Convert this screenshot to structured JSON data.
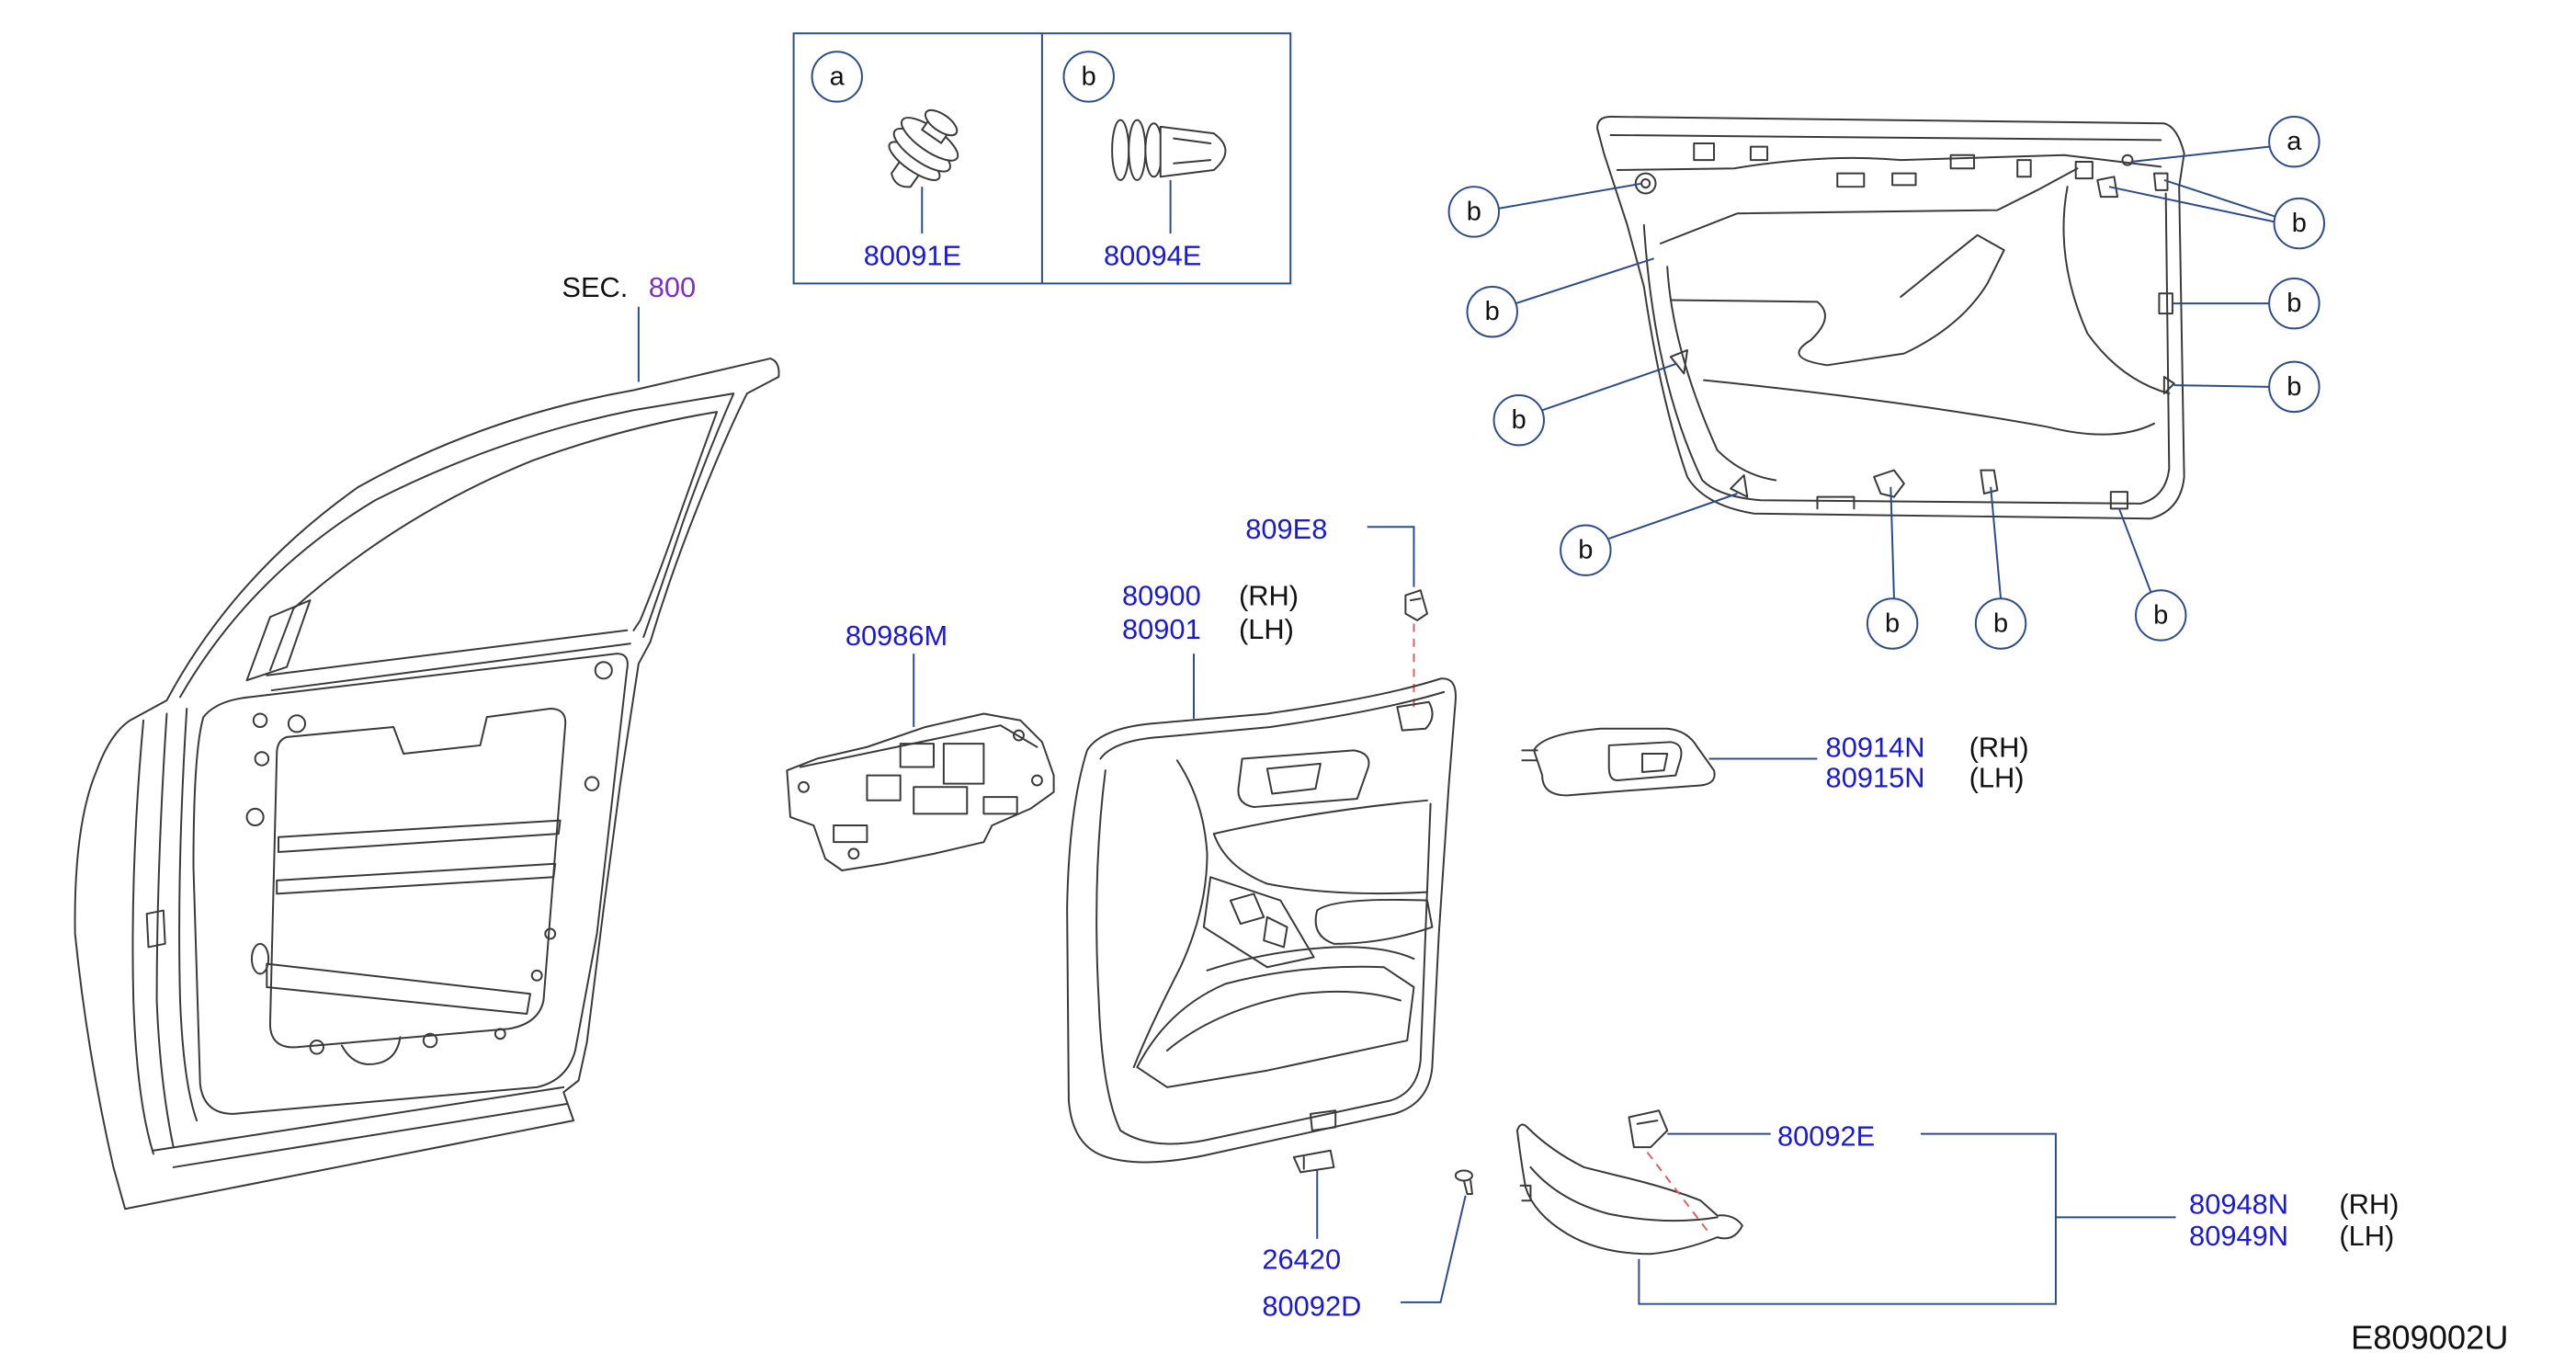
{
  "figure_code": "E809002U",
  "section_reference": {
    "prefix": "SEC.",
    "number": "800"
  },
  "inset_clips": [
    {
      "callout": "a",
      "part_number": "80091E"
    },
    {
      "callout": "b",
      "part_number": "80094E"
    }
  ],
  "panel_callouts": [
    {
      "label": "a"
    },
    {
      "label": "b"
    },
    {
      "label": "b"
    },
    {
      "label": "b"
    },
    {
      "label": "b"
    },
    {
      "label": "b"
    },
    {
      "label": "b"
    },
    {
      "label": "b"
    },
    {
      "label": "b"
    },
    {
      "label": "b"
    },
    {
      "label": "b"
    }
  ],
  "part_labels": {
    "pad": {
      "part_number": "80986M"
    },
    "clip_top": {
      "part_number": "809E8"
    },
    "door_finisher": [
      {
        "part_number": "80900",
        "side": "(RH)"
      },
      {
        "part_number": "80901",
        "side": "(LH)"
      }
    ],
    "escutcheon": [
      {
        "part_number": "80914N",
        "side": "(RH)"
      },
      {
        "part_number": "80915N",
        "side": "(LH)"
      }
    ],
    "handle_clip": {
      "part_number": "80092E"
    },
    "pull_handle": [
      {
        "part_number": "80948N",
        "side": "(RH)"
      },
      {
        "part_number": "80949N",
        "side": "(LH)"
      }
    ],
    "lower_clip": {
      "part_number": "26420"
    },
    "handle_screw": {
      "part_number": "80092D"
    }
  },
  "colors": {
    "part_number": "#1a1ad6",
    "section_number": "#7a30c8",
    "leader": "#2c4c8b",
    "line_art": "#3a3a3a",
    "assembly_path": "#e06060",
    "text": "#111111"
  }
}
